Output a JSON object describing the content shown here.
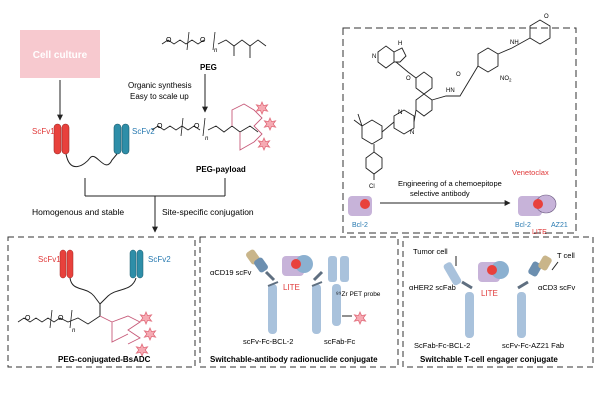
{
  "top_left": {
    "cell_culture": "Cell culture",
    "scfv1": "ScFv1",
    "scfv2": "ScFv2"
  },
  "peg_panel": {
    "peg_label": "PEG",
    "organic_synthesis": "Organic synthesis",
    "easy_scale": "Easy to scale up",
    "peg_payload_label": "PEG-payload",
    "subscript_n": "n"
  },
  "flow": {
    "homogenous": "Homogenous and stable",
    "site_specific": "Site-specific conjugation"
  },
  "venetoclax_panel": {
    "name": "Venetoclax",
    "engineering_line1": "Engineering of a chemoepitope",
    "engineering_line2": "selective antibody",
    "bcl2_left": "Bcl-2",
    "bcl2_right": "Bcl-2",
    "az21": "AZ21",
    "lite": "LITE",
    "atoms": {
      "O": "O",
      "N": "N",
      "H": "H",
      "NH": "NH",
      "Cl": "Cl",
      "NO2": "NO",
      "NO2_sub": "2",
      "HN_S": "HN"
    }
  },
  "bottom_panels": {
    "bsadc": {
      "scfv1": "ScFv1",
      "scfv2": "ScFv2",
      "caption": "PEG-conjugated-BsADC"
    },
    "radionuclide": {
      "acd19": "αCD19 scFv",
      "lite": "LITE",
      "scfv_fc_bcl2": "scFv-Fc-BCL-2",
      "scfab_fc": "scFab-Fc",
      "pet_probe": "⁸⁹Zr PET probe",
      "caption": "Switchable-antibody radionuclide conjugate"
    },
    "tcell": {
      "tumor_cell": "Tumor cell",
      "t_cell": "T cell",
      "aher2": "αHER2 scFab",
      "acd3": "αCD3 scFv",
      "lite": "LITE",
      "scfab_fc_bcl2": "ScFab-Fc-BCL-2",
      "scfv_fc_az21": "scFv-Fc-AZ21 Fab",
      "caption": "Switchable T-cell engager conjugate"
    }
  },
  "colors": {
    "red": "#e8413c",
    "teal": "#2e8ea8",
    "pink_box": "#f7c9cf",
    "pink_text": "#ffffff",
    "payload": "#f3a6b0",
    "antibody": "#a9c2dc",
    "antibody_dark": "#5f6f80",
    "bcl2": "#c7b3d9",
    "red_text": "#e03a3a",
    "blue_text": "#2779b0"
  }
}
